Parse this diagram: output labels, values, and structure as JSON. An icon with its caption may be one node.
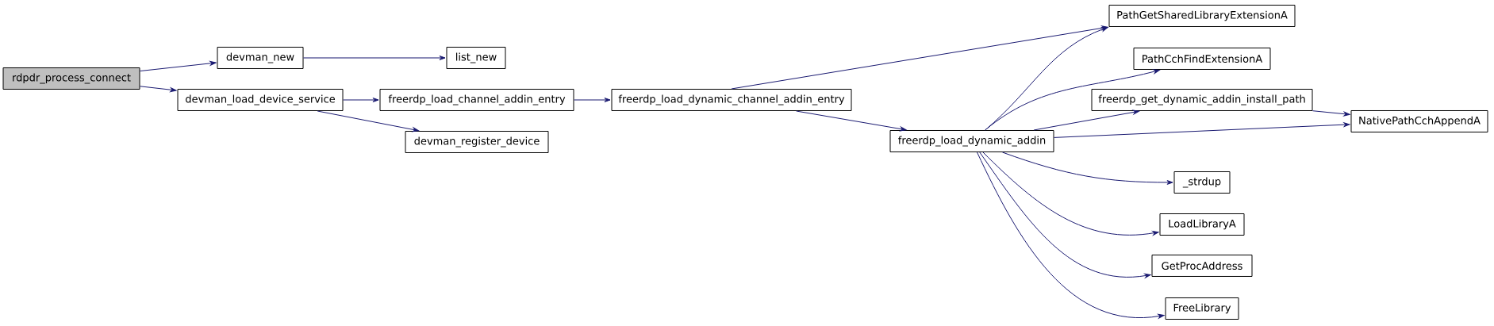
{
  "diagram": {
    "nodes": [
      {
        "text": [
          "rdpdr_process_connect"
        ]
      },
      {
        "text": [
          "devman_new"
        ]
      },
      {
        "text": [
          "list_new"
        ]
      },
      {
        "text": [
          "devman_load_device_service"
        ]
      },
      {
        "text": [
          "freerdp_load_channel_addin_entry"
        ]
      },
      {
        "text": [
          "devman_register_device"
        ]
      },
      {
        "text": [
          "freerdp_load_dynamic_channel_addin_entry"
        ]
      },
      {
        "text": [
          "freerdp_load_dynamic_addin"
        ]
      },
      {
        "text": [
          "PathGetSharedLibraryExtensionA"
        ]
      },
      {
        "text": [
          "PathCchFindExtensionA"
        ]
      },
      {
        "text": [
          "freerdp_get_dynamic_addin_install_path"
        ]
      },
      {
        "text": [
          "NativePathCchAppendA"
        ]
      },
      {
        "text": [
          "_strdup"
        ]
      },
      {
        "text": [
          "LoadLibraryA"
        ]
      },
      {
        "text": [
          "GetProcAddress"
        ]
      },
      {
        "text": [
          "FreeLibrary"
        ]
      }
    ],
    "edges": [
      {
        "from": 0,
        "to": 1,
        "arrow": "to"
      },
      {
        "from": 0,
        "to": 3,
        "arrow": "to"
      },
      {
        "from": 1,
        "to": 2,
        "arrow": "to"
      },
      {
        "from": 3,
        "to": 4,
        "arrow": "to"
      },
      {
        "from": 3,
        "to": 5,
        "arrow": "to"
      },
      {
        "from": 4,
        "to": 6,
        "arrow": "to"
      },
      {
        "from": 6,
        "to": 8,
        "arrow": "to"
      },
      {
        "from": 6,
        "to": 7,
        "arrow": "to"
      },
      {
        "from": 7,
        "to": 8,
        "arrow": "to"
      },
      {
        "from": 7,
        "to": 9,
        "arrow": "to"
      },
      {
        "from": 7,
        "to": 10,
        "arrow": "to"
      },
      {
        "from": 7,
        "to": 11,
        "arrow": "to"
      },
      {
        "from": 10,
        "to": 11,
        "arrow": "to"
      },
      {
        "from": 7,
        "to": 12,
        "arrow": "to"
      },
      {
        "from": 7,
        "to": 13,
        "arrow": "to"
      },
      {
        "from": 7,
        "to": 14,
        "arrow": "to"
      },
      {
        "from": 7,
        "to": 15,
        "arrow": "to"
      }
    ]
  }
}
